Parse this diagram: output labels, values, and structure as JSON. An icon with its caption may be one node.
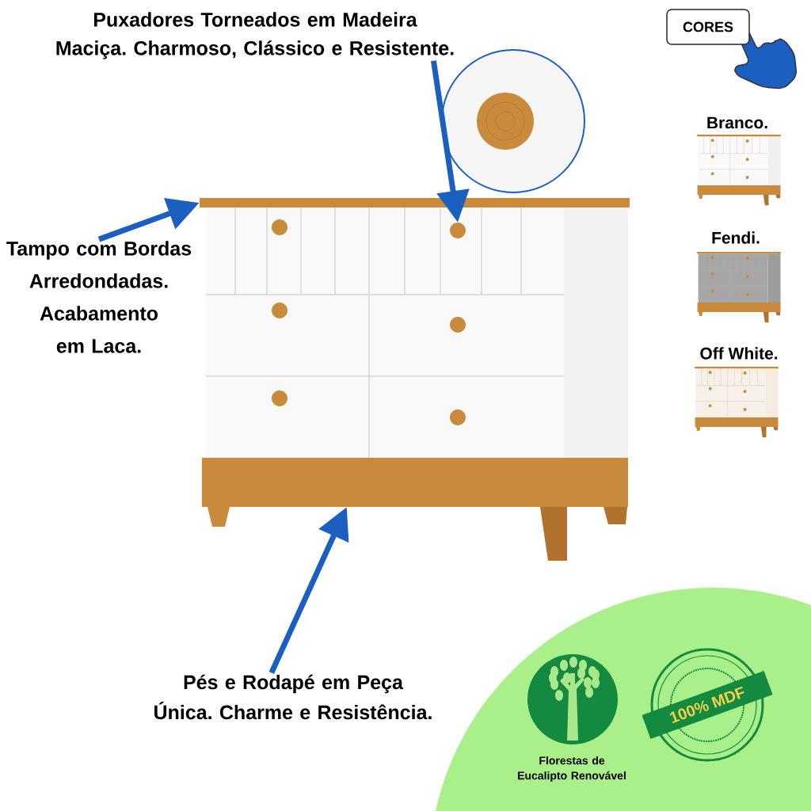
{
  "diagram": {
    "nodes": [
      {
        "text": [
          "Puxadores Torneados em Madeira Maciça. Charmoso, Clássico e Resistente."
        ]
      },
      {
        "text": [
          "Tampo com Bordas Arredondadas. Acabamento em Laca."
        ]
      },
      {
        "text": [
          "Pés e Rodapé em Peça Única. Charme e Resistência."
        ]
      },
      {
        "text": [],
        "shape": "circle"
      },
      {
        "text": [],
        "shape": "bar"
      },
      {
        "text": [],
        "shape": "bar"
      },
      {
        "text": [
          "CORES"
        ]
      }
    ],
    "edges": [
      {
        "from": 0,
        "to": 3,
        "arrow": "to"
      },
      {
        "from": 1,
        "to": 4,
        "arrow": "to"
      },
      {
        "from": 2,
        "to": 5,
        "arrow": "to"
      }
    ],
    "labels": [
      "Branco.",
      "Fendi.",
      "Off White.",
      "Florestas de Eucalipto Renovável",
      "100% MDF"
    ]
  }
}
